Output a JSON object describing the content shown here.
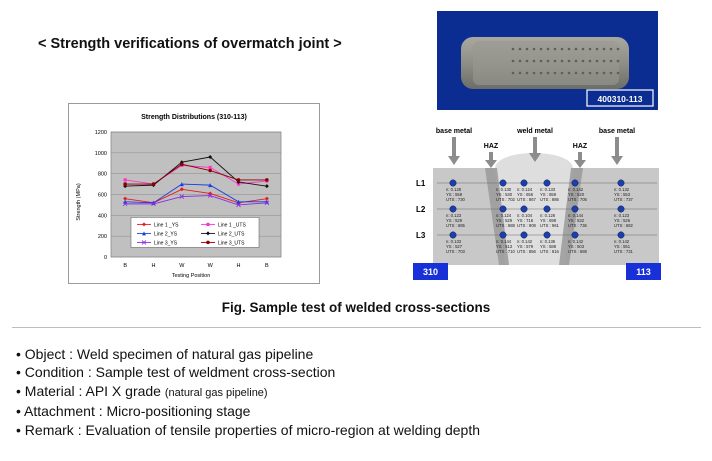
{
  "heading": "< Strength verifications of overmatch joint >",
  "chart_data": {
    "type": "line",
    "title": "Strength Distributions (310-113)",
    "xlabel": "Testing Position",
    "ylabel": "Strength (MPa)",
    "categories": [
      "B",
      "H",
      "W",
      "W",
      "H",
      "B"
    ],
    "ylim": [
      0,
      1200
    ],
    "yticks": [
      0,
      200,
      400,
      600,
      800,
      1000,
      1200
    ],
    "grid": true,
    "legend_position": "lower-center",
    "series": [
      {
        "name": "Line 1 _YS",
        "color": "#e41b1b",
        "marker": "diamond",
        "values": [
          560,
          520,
          650,
          610,
          520,
          560
        ]
      },
      {
        "name": "Line 1 _UTS",
        "color": "#ff33cc",
        "marker": "square",
        "values": [
          740,
          700,
          880,
          860,
          700,
          730
        ]
      },
      {
        "name": "Line 2_YS",
        "color": "#1a3fe0",
        "marker": "triangle",
        "values": [
          530,
          520,
          700,
          690,
          530,
          530
        ]
      },
      {
        "name": "Line 2_UTS",
        "color": "#111111",
        "marker": "diamond",
        "values": [
          680,
          690,
          910,
          960,
          720,
          680
        ]
      },
      {
        "name": "Line 3_YS",
        "color": "#8a2be2",
        "marker": "x",
        "values": [
          510,
          510,
          580,
          590,
          500,
          520
        ]
      },
      {
        "name": "Line 3_UTS",
        "color": "#8b0000",
        "marker": "circle",
        "values": [
          700,
          700,
          890,
          830,
          740,
          740
        ]
      }
    ]
  },
  "photo": {
    "label": "400310-113"
  },
  "diagram": {
    "labels": {
      "base_left": "base metal",
      "weld": "weld metal",
      "base_right": "base metal",
      "haz_left": "HAZ",
      "haz_right": "HAZ"
    },
    "rows": [
      "L1",
      "L2",
      "L3"
    ],
    "left_tag": "310",
    "right_tag": "113",
    "points": [
      {
        "row": 0,
        "col": 0,
        "lines": [
          "n: 0.128",
          "YS : 559",
          "UTS : 730"
        ]
      },
      {
        "row": 0,
        "col": 1,
        "lines": [
          "n: 0.130",
          "YS : 530",
          "UTS : 702"
        ]
      },
      {
        "row": 0,
        "col": 2,
        "lines": [
          "n: 0.124",
          "YS : 656",
          "UTS : 867"
        ]
      },
      {
        "row": 0,
        "col": 3,
        "lines": [
          "n: 0.133",
          "YS : 859",
          "UTS : 886"
        ]
      },
      {
        "row": 0,
        "col": 4,
        "lines": [
          "n: 0.142",
          "YS : 520",
          "UTS : 705"
        ]
      },
      {
        "row": 0,
        "col": 5,
        "lines": [
          "n: 0.132",
          "YS : 553",
          "UTS : 737"
        ]
      },
      {
        "row": 1,
        "col": 0,
        "lines": [
          "n: 0.123",
          "YS : 529",
          "UTS : 685"
        ]
      },
      {
        "row": 1,
        "col": 1,
        "lines": [
          "n: 0.124",
          "YS : 529",
          "UTS : 688"
        ]
      },
      {
        "row": 1,
        "col": 2,
        "lines": [
          "n: 0.104",
          "YS : 716",
          "UTS : 908"
        ]
      },
      {
        "row": 1,
        "col": 3,
        "lines": [
          "n: 0.126",
          "YS : 698",
          "UTS : 961"
        ]
      },
      {
        "row": 1,
        "col": 4,
        "lines": [
          "n: 0.144",
          "YS : 532",
          "UTS : 736"
        ]
      },
      {
        "row": 1,
        "col": 5,
        "lines": [
          "n: 0.123",
          "YS : 526",
          "UTS : 682"
        ]
      },
      {
        "row": 2,
        "col": 0,
        "lines": [
          "n: 0.133",
          "YS : 527",
          "UTS : 703"
        ]
      },
      {
        "row": 2,
        "col": 1,
        "lines": [
          "n: 0.144",
          "YS : 513",
          "UTS : 710"
        ]
      },
      {
        "row": 2,
        "col": 2,
        "lines": [
          "n: 0.142",
          "YS : 579",
          "UTS : 856"
        ]
      },
      {
        "row": 2,
        "col": 3,
        "lines": [
          "n: 0.136",
          "YS : 588",
          "UTS : 816"
        ]
      },
      {
        "row": 2,
        "col": 4,
        "lines": [
          "n: 0.142",
          "YS : 503",
          "UTS : 688"
        ]
      },
      {
        "row": 2,
        "col": 5,
        "lines": [
          "n: 0.142",
          "YS : 551",
          "UTS : 731"
        ]
      }
    ]
  },
  "caption": "Fig. Sample test of welded cross-sections",
  "bullets": [
    {
      "text": "• Object : Weld specimen of natural gas pipeline",
      "note": ""
    },
    {
      "text": "• Condition : Sample test of weldment cross-section",
      "note": ""
    },
    {
      "text": "• Material : API X grade ",
      "note": "(natural gas pipeline)"
    },
    {
      "text": "• Attachment : Micro-positioning stage",
      "note": ""
    },
    {
      "text": "• Remark : Evaluation of tensile properties of micro-region at welding depth",
      "note": ""
    }
  ]
}
